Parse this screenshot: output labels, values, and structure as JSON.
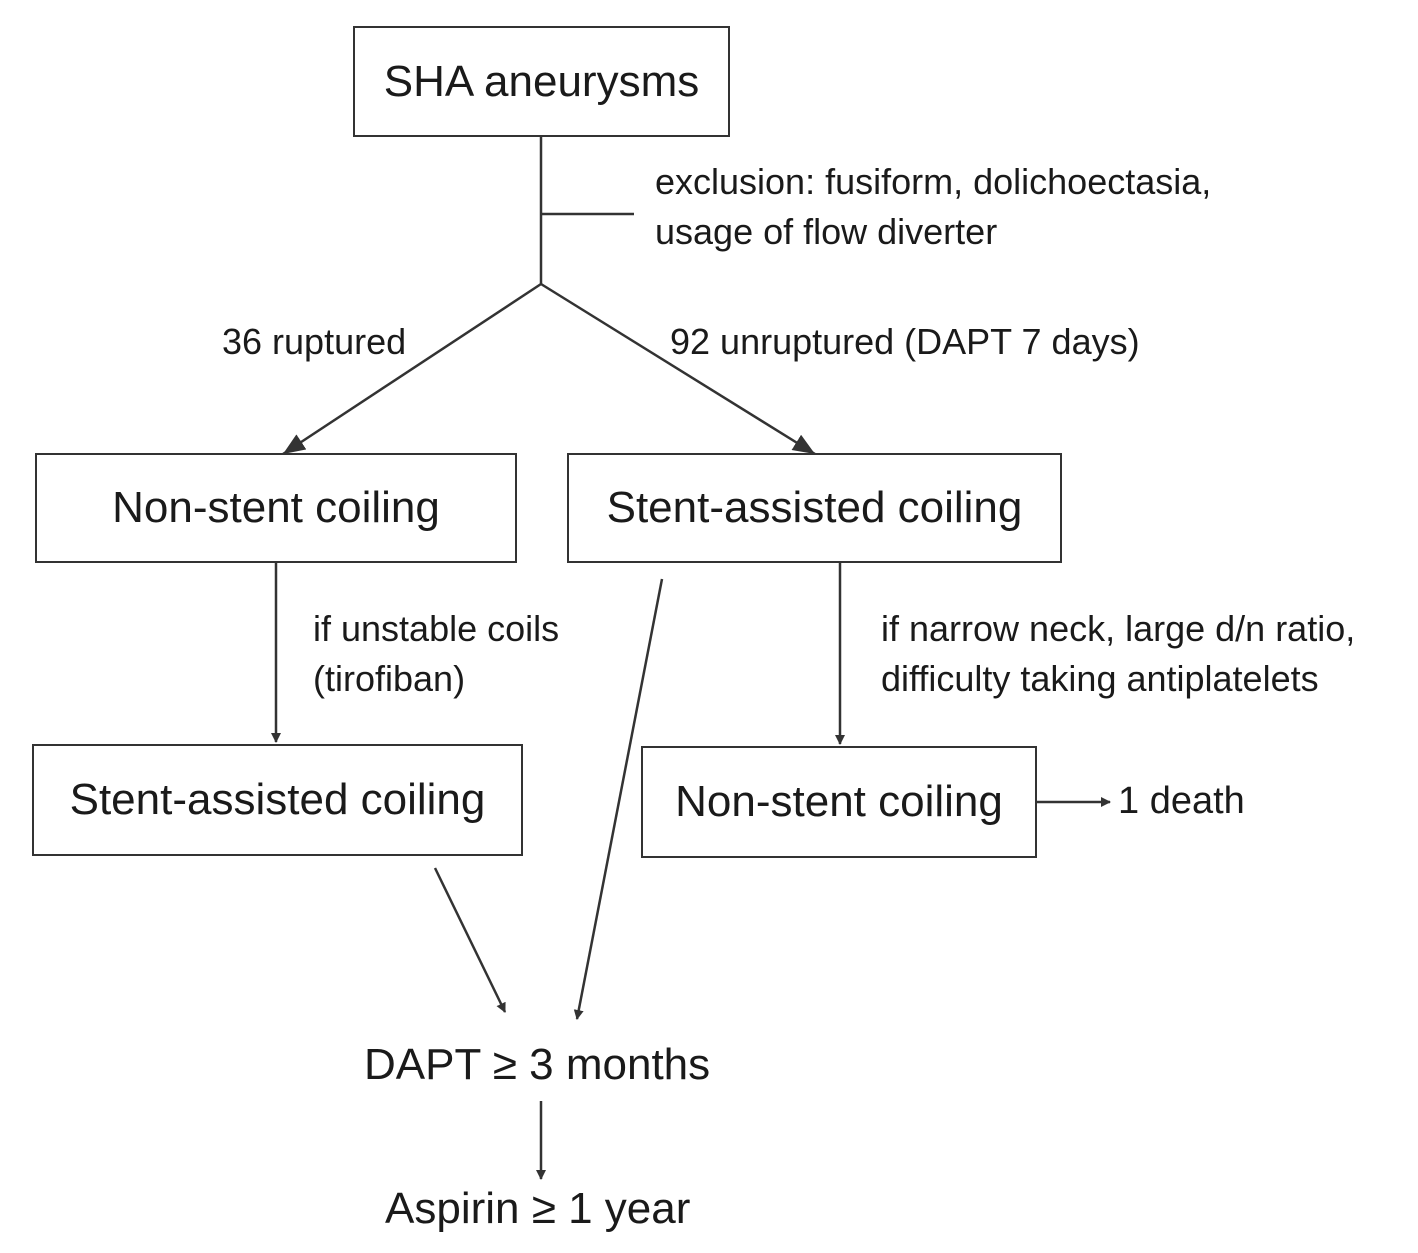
{
  "nodes": {
    "root": "SHA aneurysms",
    "left_first": "Non-stent coiling",
    "right_first": "Stent-assisted coiling",
    "left_second": "Stent-assisted coiling",
    "right_second": "Non-stent coiling",
    "dapt": "DAPT ≥ 3 months",
    "aspirin": "Aspirin ≥ 1 year",
    "death": "1 death"
  },
  "labels": {
    "exclusion_line1": "exclusion: fusiform, dolichoectasia,",
    "exclusion_line2": "usage of flow diverter",
    "ruptured": "36 ruptured",
    "unruptured": "92 unruptured (DAPT 7 days)",
    "unstable_line1": "if unstable coils",
    "unstable_line2": "(tirofiban)",
    "narrow_line1": "if narrow neck, large d/n ratio,",
    "narrow_line2": "difficulty taking antiplatelets"
  },
  "colors": {
    "line": "#333333",
    "text": "#1a1a1a"
  }
}
